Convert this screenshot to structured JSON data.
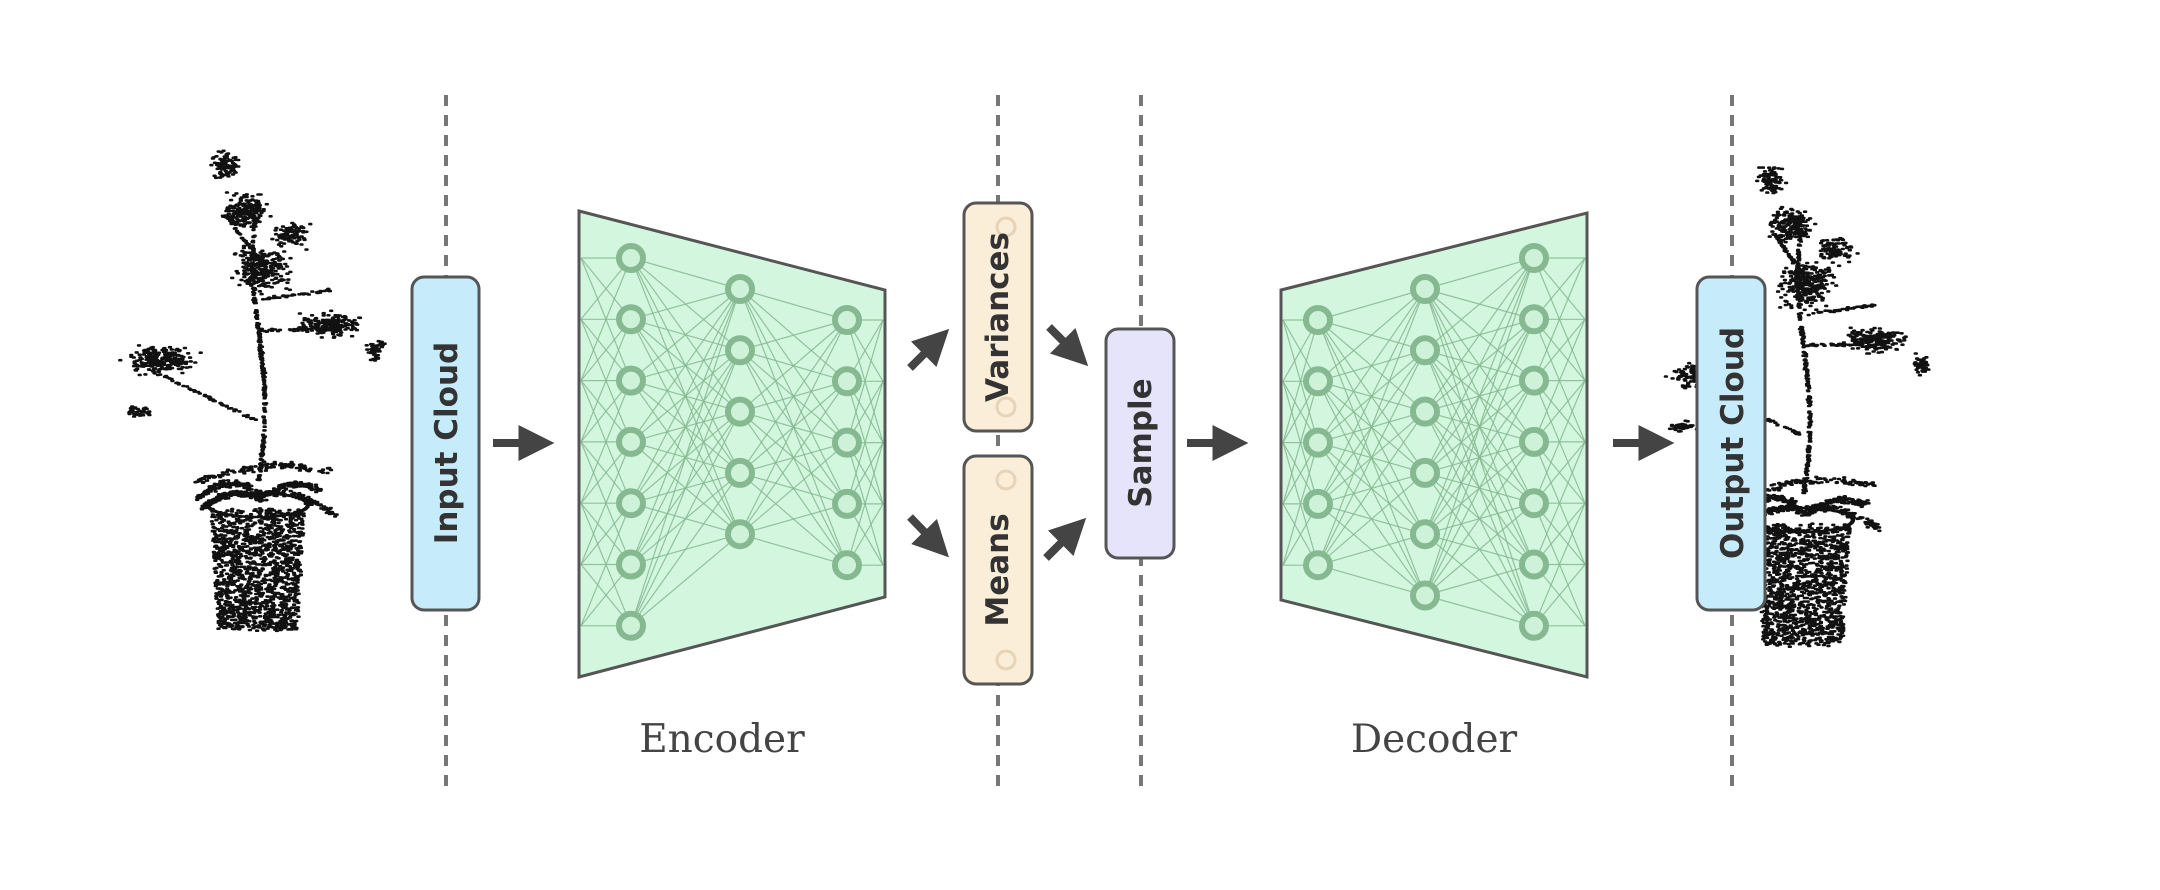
{
  "labels": {
    "input_cloud": "Input Cloud",
    "variances": "Variances",
    "means": "Means",
    "sample": "Sample",
    "output_cloud": "Output Cloud",
    "encoder": "Encoder",
    "decoder": "Decoder"
  },
  "colors": {
    "cloud_box": "#c6ecfb",
    "latent_box": "#fbeed8",
    "sample_box": "#e6e4fb",
    "network_fill": "#d2f7de",
    "node_stroke": "#86b891",
    "arrow": "#444444"
  },
  "network": {
    "encoder_layers": [
      7,
      5,
      5
    ],
    "decoder_layers": [
      5,
      6,
      7
    ]
  }
}
